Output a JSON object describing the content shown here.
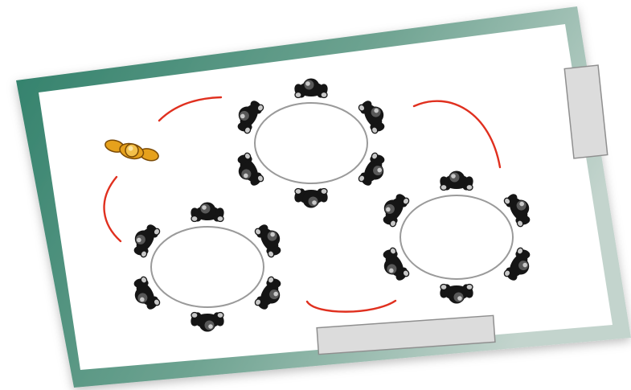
{
  "colors": {
    "frame_dark": "#2e7f69",
    "frame_light": "#c3d4cd",
    "board": "#ffffff",
    "door_fill": "#dcdcdc",
    "door_stroke": "#8f8f8f",
    "route_line": "#e0301f",
    "table_outline": "#9a9a9a",
    "person_dark": "#151515",
    "person_mid": "#585858",
    "person_light": "#c9c9c9",
    "guide_gold": "#e6a11c",
    "guide_dark": "#7a4a06"
  },
  "layout": {
    "door_panels": 2,
    "route_segments": 4,
    "tables": 3,
    "seats_per_table": 6
  }
}
